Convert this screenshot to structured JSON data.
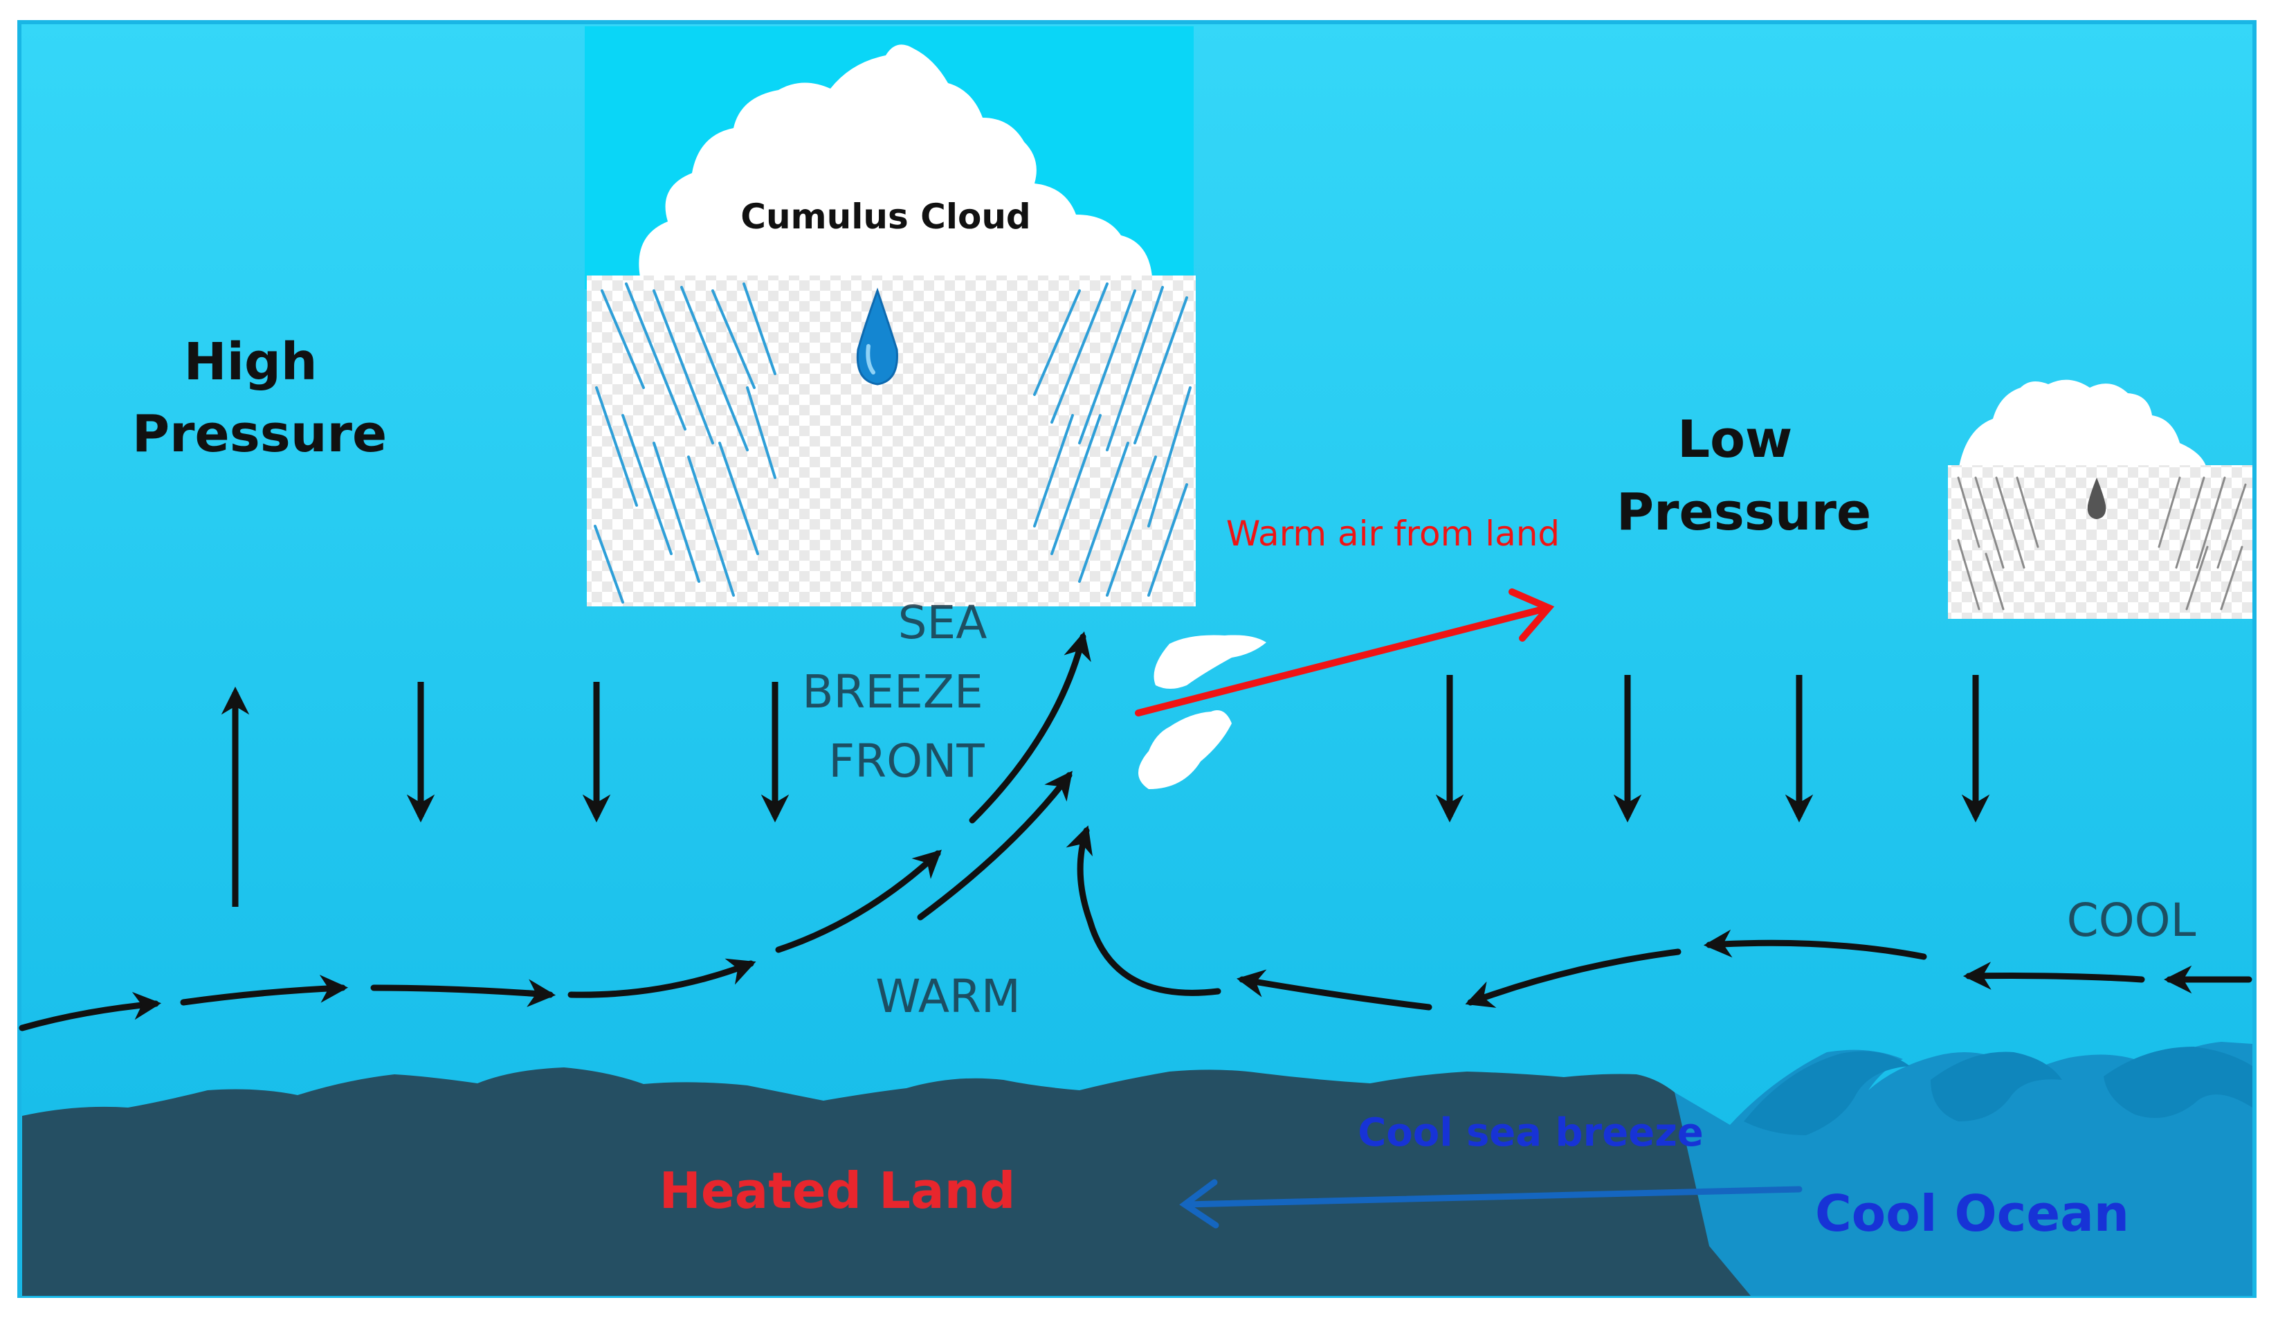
{
  "labels": {
    "high_pressure": [
      "High",
      "Pressure"
    ],
    "low_pressure": [
      "Low",
      "Pressure"
    ],
    "cumulus_cloud": "Cumulus Cloud",
    "sea": "SEA",
    "breeze": "BREEZE",
    "front": "FRONT",
    "warm": "WARM",
    "cool": "COOL",
    "warm_air": "Warm air from land",
    "cool_sea_breeze": "Cool sea breeze",
    "heated_land": "Heated Land",
    "cool_ocean": "Cool Ocean"
  },
  "colors": {
    "sky": "#1CC3EE",
    "sky_top": "#34D6F7",
    "land": "#254F63",
    "ocean": "#1592C9",
    "wave": "#0F86BC",
    "arrow": "#111111",
    "warm_arrow": "#F01414",
    "cool_arrow": "#1566C0",
    "warm_text": "#F01414",
    "heated_land_text": "#E8262D",
    "cool_text": "#1733D6",
    "rain": "#2E9FD8",
    "cloud": "#FFFFFF"
  }
}
